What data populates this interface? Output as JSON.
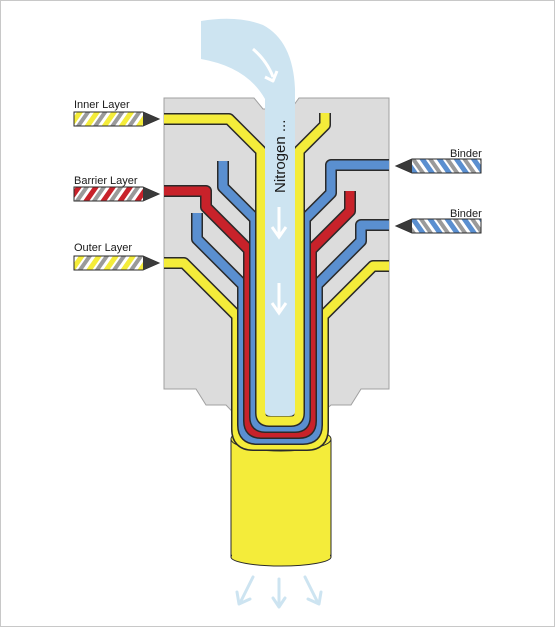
{
  "labels": {
    "inner_layer": "Inner Layer",
    "barrier_layer": "Barrier Layer",
    "outer_layer": "Outer Layer",
    "binder_top": "Binder",
    "binder_bottom": "Binder",
    "nitrogen": "Nitrogen ..."
  },
  "colors": {
    "die_body": "#dcdcdc",
    "die_edge": "#9a9a9a",
    "nitrogen_flow": "#cde4f1",
    "inner_outer_layer": "#f4ec3a",
    "barrier_layer": "#c8222a",
    "binder": "#5a8fd0",
    "outline": "#2a2a2a",
    "arrow": "#ffffff",
    "exhaust_arrow": "#cde4f1"
  }
}
